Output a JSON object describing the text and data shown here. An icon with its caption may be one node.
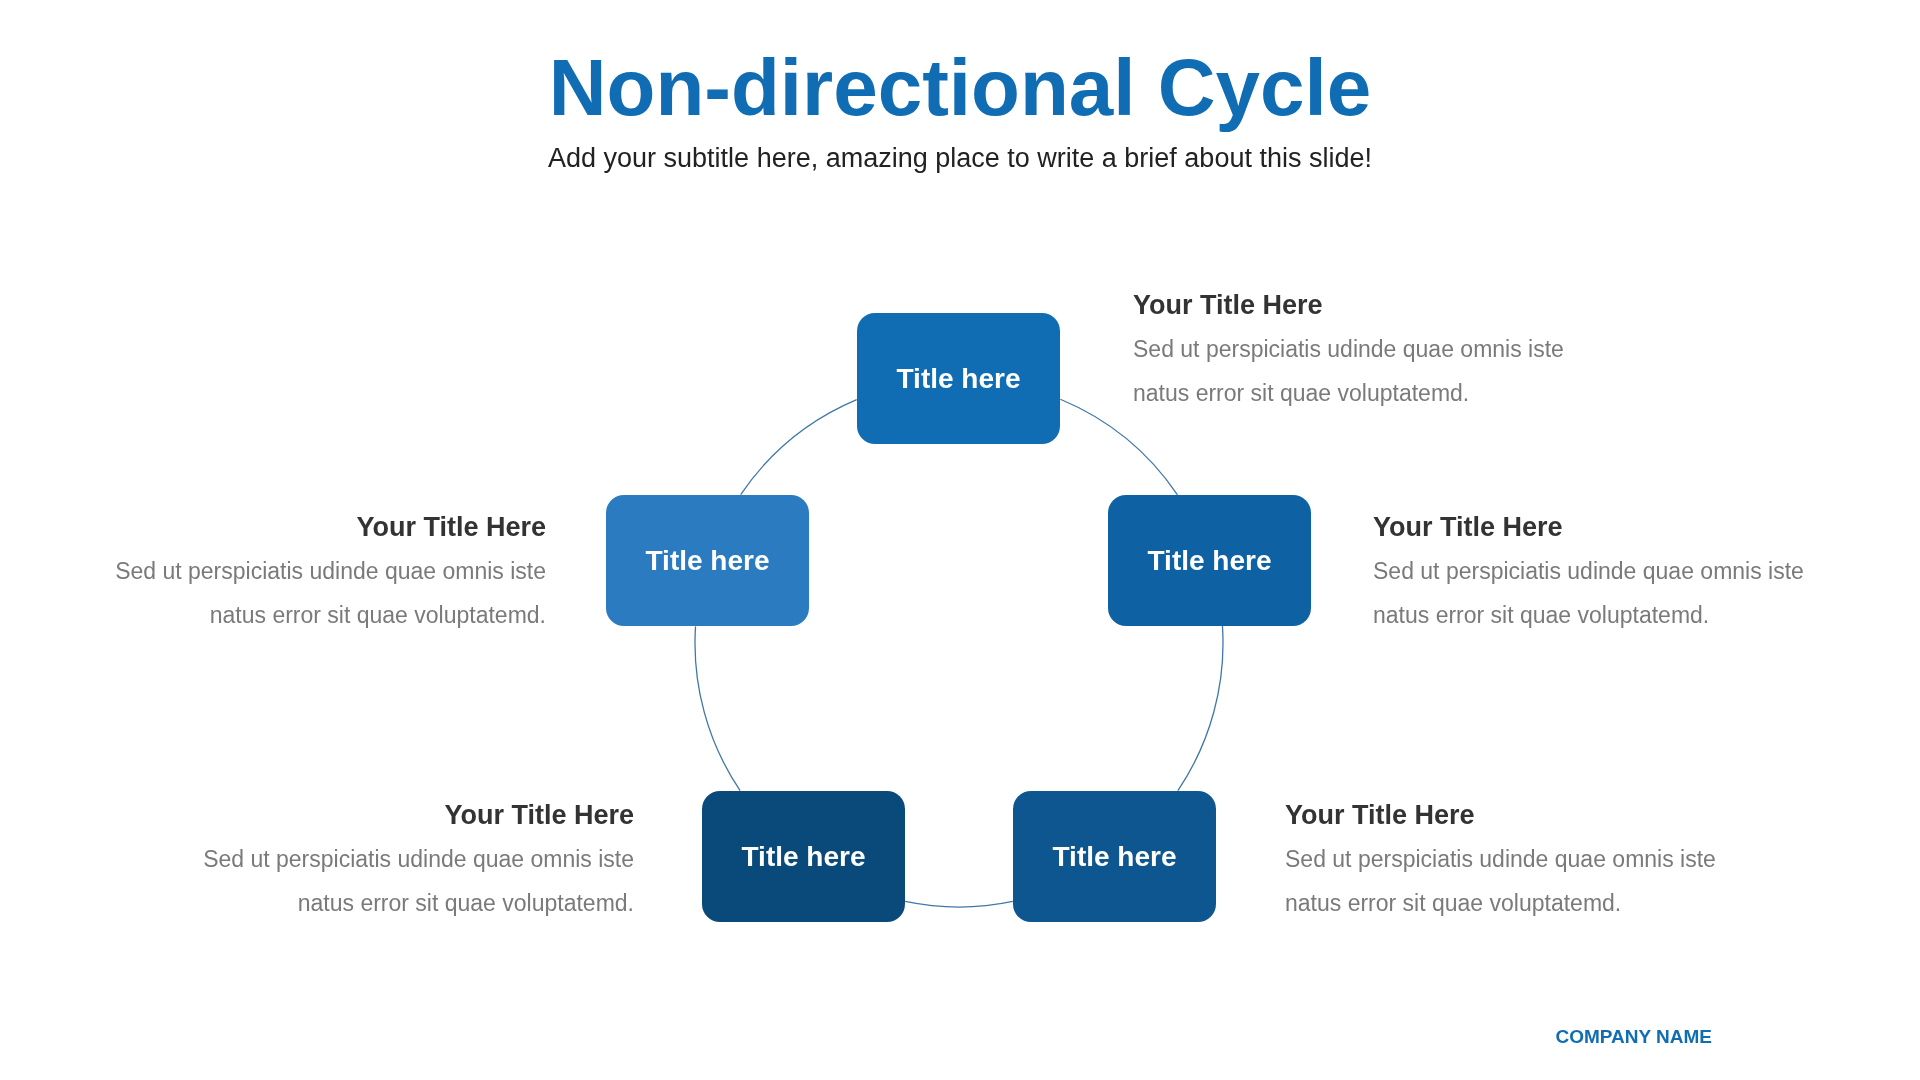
{
  "diagram": {
    "title": "Non-directional Cycle",
    "caption": "Add your subtitle here, amazing place to write a brief about this slide!",
    "nodes": [
      {
        "text": [
          "Title here"
        ],
        "beside": [
          "Your Title Here",
          "Sed ut perspiciatis udinde quae omnis iste natus error sit quae voluptatemd."
        ]
      },
      {
        "text": [
          "Title here"
        ],
        "beside": [
          "Your Title Here",
          "Sed ut perspiciatis udinde quae omnis iste natus error sit quae voluptatemd."
        ]
      },
      {
        "text": [
          "Title here"
        ],
        "beside": [
          "Your Title Here",
          "Sed ut perspiciatis udinde quae omnis iste natus error sit quae voluptatemd."
        ]
      },
      {
        "text": [
          "Title here"
        ],
        "beside": [
          "Your Title Here",
          "Sed ut perspiciatis udinde quae omnis iste natus error sit quae voluptatemd."
        ]
      },
      {
        "text": [
          "Title here"
        ],
        "beside": [
          "Your Title Here",
          "Sed ut perspiciatis udinde quae omnis iste natus error sit quae voluptatemd."
        ]
      }
    ],
    "edges": [
      {
        "from": 0,
        "to": 1,
        "arrow": "none"
      },
      {
        "from": 1,
        "to": 2,
        "arrow": "none"
      },
      {
        "from": 2,
        "to": 3,
        "arrow": "none"
      },
      {
        "from": 3,
        "to": 4,
        "arrow": "none"
      },
      {
        "from": 4,
        "to": 0,
        "arrow": "none"
      }
    ],
    "labels": [
      "COMPANY NAME"
    ]
  }
}
